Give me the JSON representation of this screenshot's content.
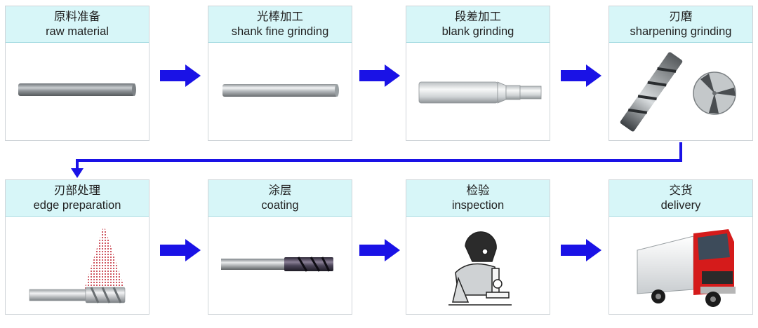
{
  "steps": [
    {
      "cn": "原料准备",
      "en": "raw material",
      "image": "steel-rod"
    },
    {
      "cn": "光棒加工",
      "en": "shank fine grinding",
      "image": "ground-rod"
    },
    {
      "cn": "段差加工",
      "en": "blank grinding",
      "image": "stepped-blank"
    },
    {
      "cn": "刃磨",
      "en": "sharpening grinding",
      "image": "end-mill-flutes"
    },
    {
      "cn": "刃部处理",
      "en": "edge preparation",
      "image": "blasted-end-mill"
    },
    {
      "cn": "涂层",
      "en": "coating",
      "image": "coated-end-mill"
    },
    {
      "cn": "检验",
      "en": "inspection",
      "image": "inspector-with-microscope"
    },
    {
      "cn": "交货",
      "en": "delivery",
      "image": "red-truck"
    }
  ],
  "colors": {
    "header_bg": "#d7f6f8",
    "arrow": "#1a12e6",
    "border": "#cfd4d8"
  },
  "icons": [
    "right-arrow-icon",
    "down-connector-arrow-icon"
  ]
}
